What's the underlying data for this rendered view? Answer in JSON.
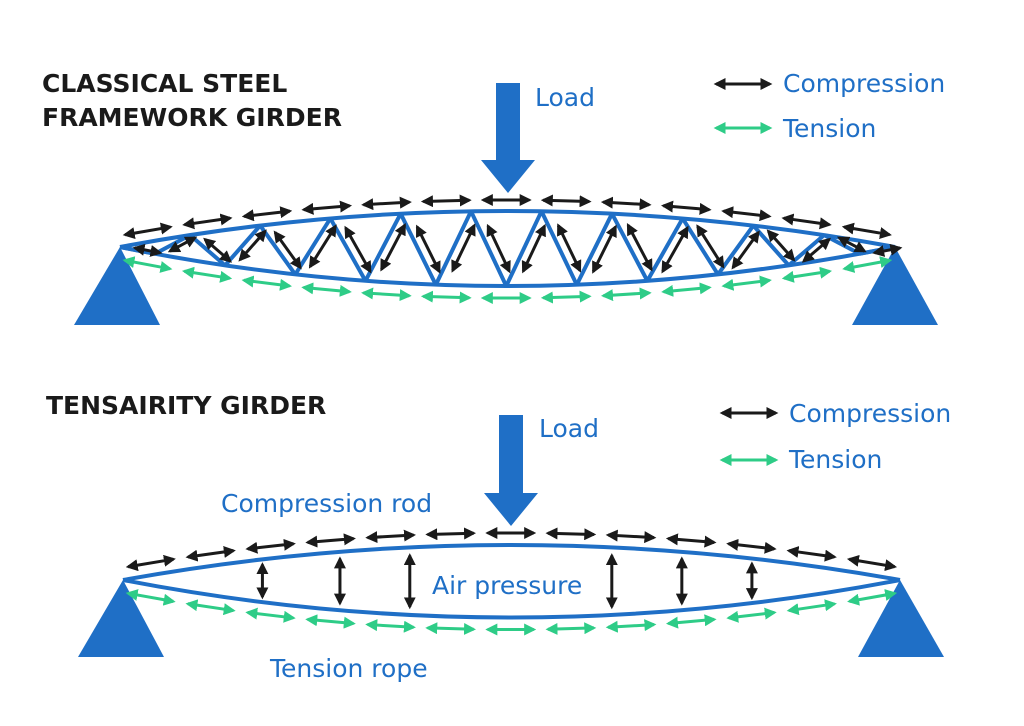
{
  "colors": {
    "structure": "#1f6fc6",
    "compression_arrow": "#1a1a1a",
    "tension_arrow": "#2ecc87",
    "label_blue": "#1f6fc6",
    "heading": "#1a1a1a",
    "background": "#ffffff"
  },
  "top_panel": {
    "title_line1": "CLASSICAL STEEL",
    "title_line2": "FRAMEWORK GIRDER",
    "load_label": "Load",
    "legend": {
      "compression": "Compression",
      "tension": "Tension"
    }
  },
  "bottom_panel": {
    "title": "TENSAIRITY GIRDER",
    "load_label": "Load",
    "legend": {
      "compression": "Compression",
      "tension": "Tension"
    },
    "compression_rod_label": "Compression rod",
    "air_pressure_label": "Air pressure",
    "tension_rope_label": "Tension rope"
  }
}
